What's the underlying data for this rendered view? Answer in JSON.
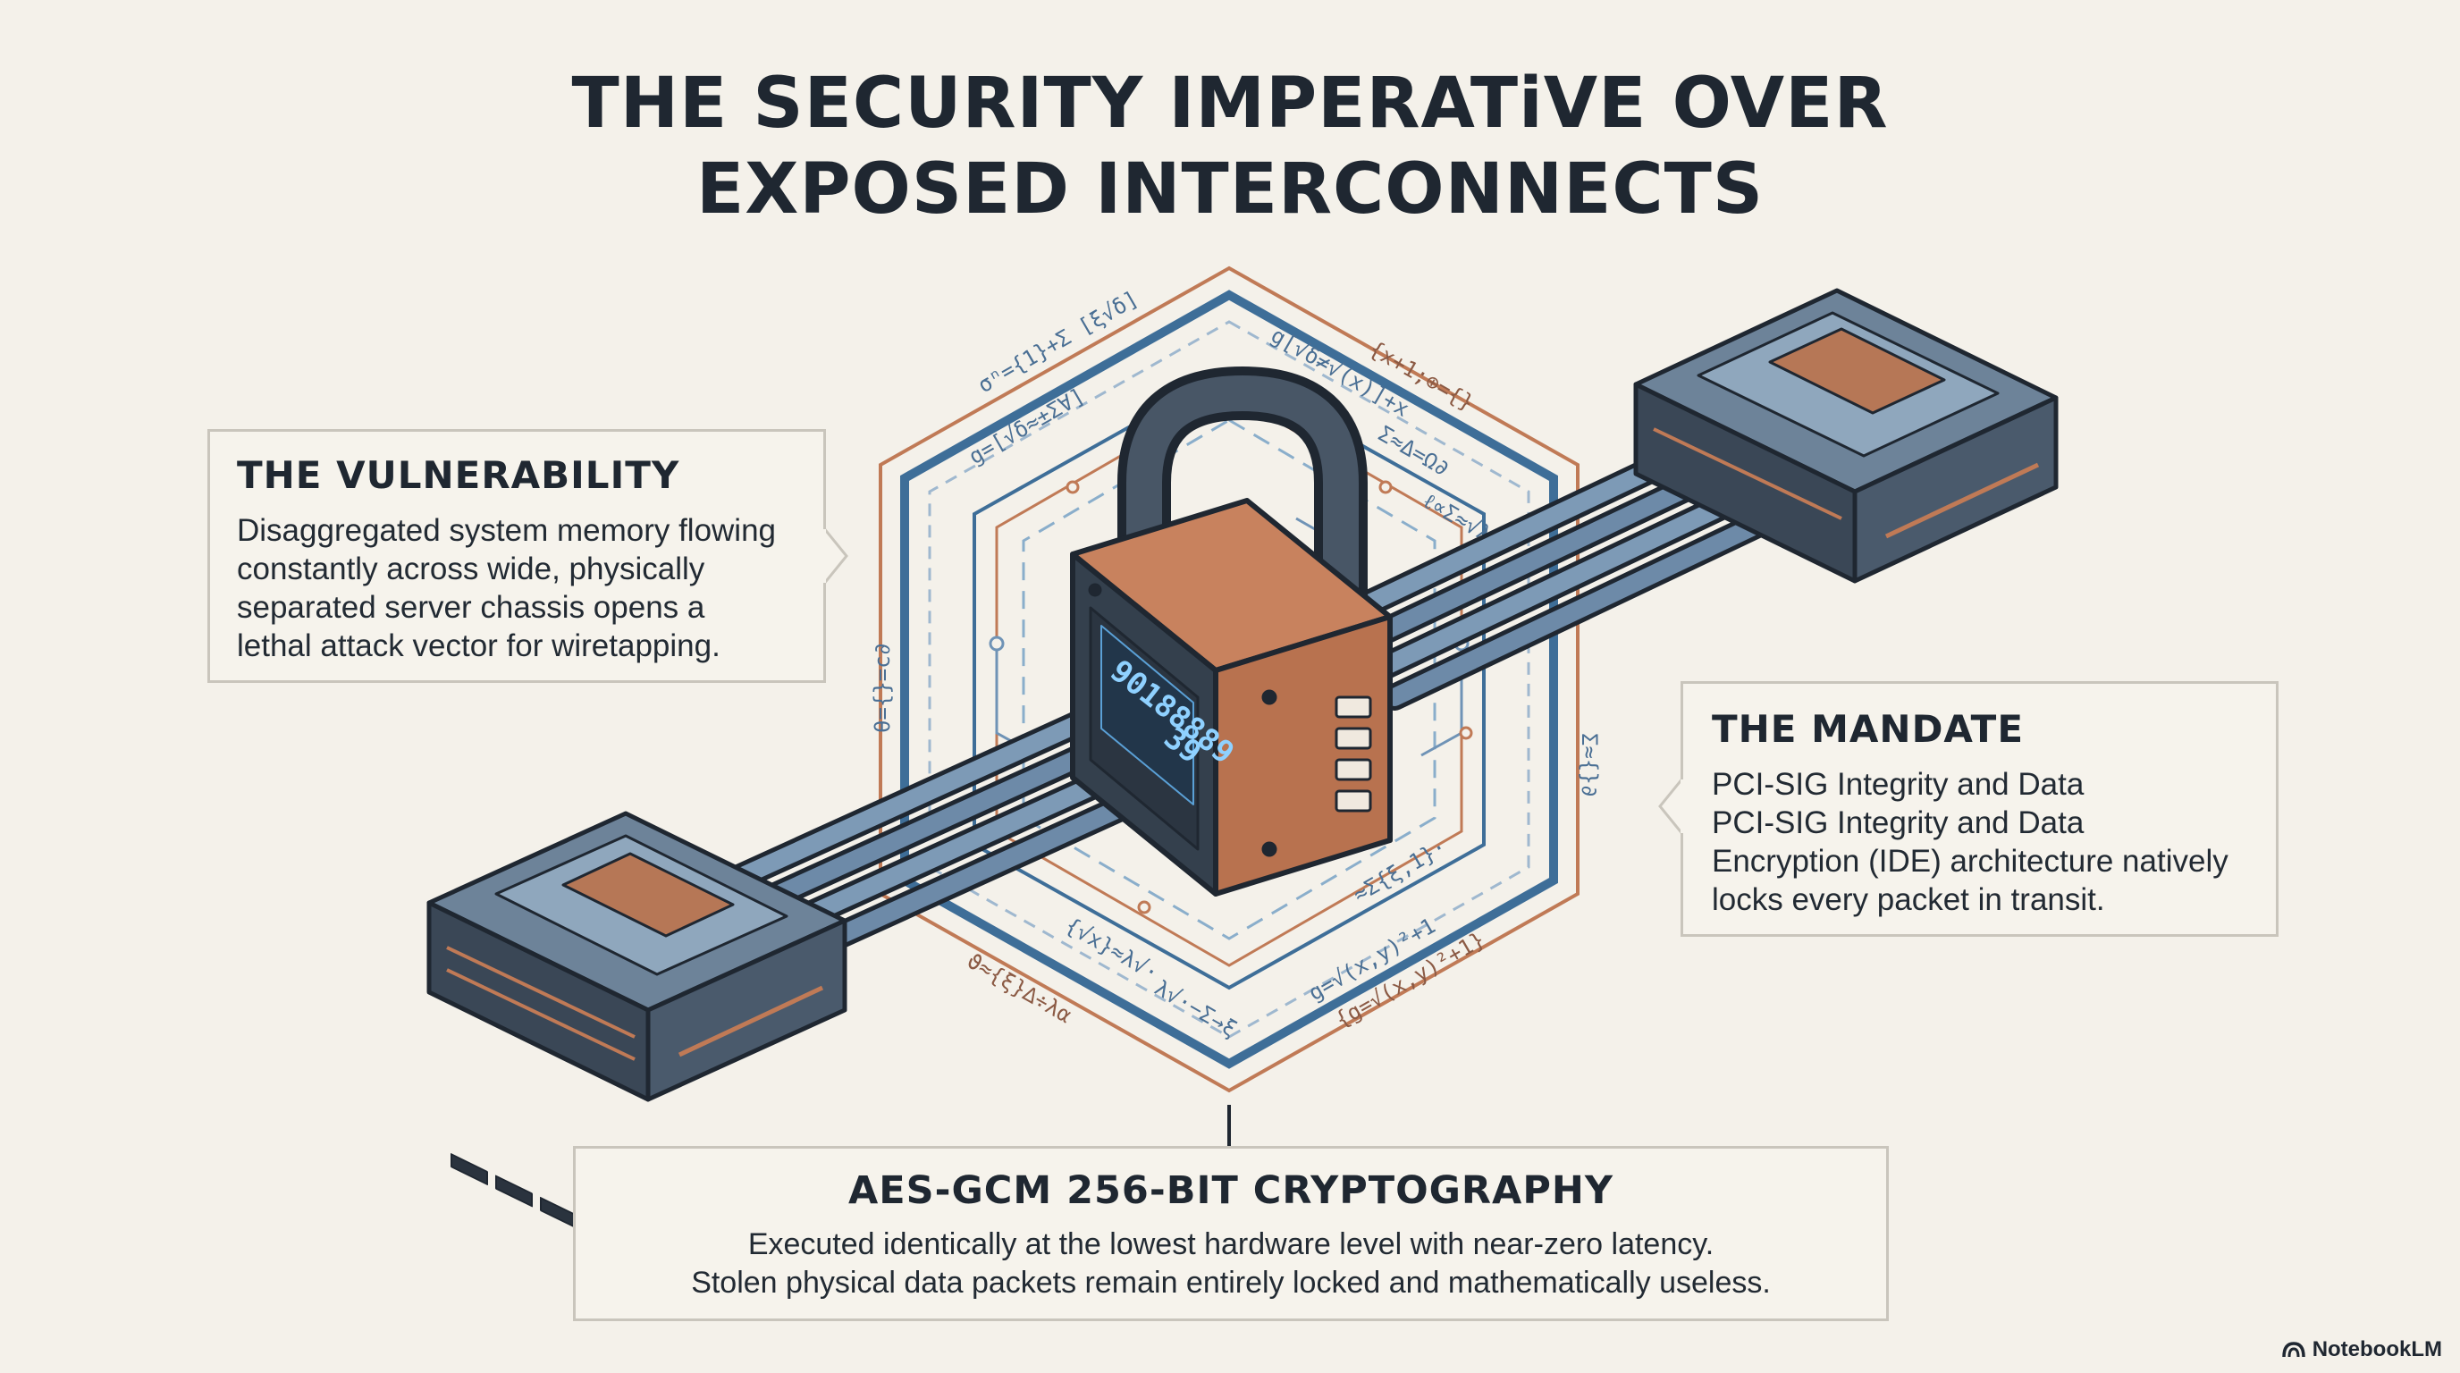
{
  "title": {
    "line1": "THE SECURITY IMPERATiVE OVER",
    "line2": "EXPOSED INTERCONNECTS"
  },
  "vulnerability": {
    "heading": "THE VULNERABILITY",
    "lines": [
      "Disaggregated system memory flowing",
      "constantly across wide, physically",
      "separated server chassis opens a",
      "lethal attack vector for wiretapping."
    ]
  },
  "mandate": {
    "heading": "THE MANDATE",
    "lines": [
      "PCI-SIG Integrity and Data",
      "PCI-SIG Integrity and Data",
      "Encryption (IDE) architecture natively",
      "locks every packet in transit."
    ]
  },
  "aes": {
    "heading": "AES-GCM 256-BIT CRYPTOGRAPHY",
    "lines": [
      "Executed identically at the lowest hardware level with near-zero latency.",
      "Stolen physical data packets remain entirely locked and mathematically useless."
    ]
  },
  "lock_display": {
    "line1": "90188889",
    "line2": "39"
  },
  "brand": {
    "name": "NotebookLM"
  },
  "colors": {
    "ink": "#1f2731",
    "hex_blue": "#3e6e98",
    "hex_orange": "#c07a56",
    "copper": "#c8825e",
    "steel": "#5b6d80",
    "cable": "#7d9ab6"
  },
  "icons": [
    "padlock-icon",
    "server-chassis-icon",
    "notebooklm-logo-icon"
  ]
}
